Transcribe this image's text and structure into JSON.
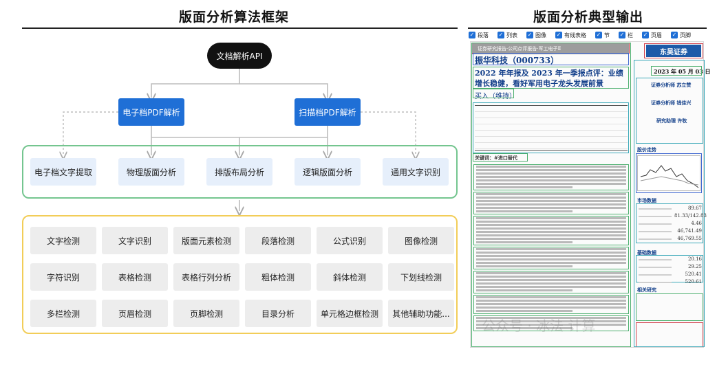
{
  "left_panel": {
    "title": "版面分析算法框架",
    "root": "文档解析API",
    "branches": [
      "电子档PDF解析",
      "扫描档PDF解析"
    ],
    "layer": [
      "电子档文字提取",
      "物理版面分析",
      "排版布局分析",
      "逻辑版面分析",
      "通用文字识别"
    ],
    "tasks": [
      [
        "文字检测",
        "文字识别",
        "版面元素检测",
        "段落检测",
        "公式识别",
        "图像检测"
      ],
      [
        "字符识别",
        "表格检测",
        "表格行列分析",
        "粗体检测",
        "斜体检测",
        "下划线检测"
      ],
      [
        "多栏检测",
        "页眉检测",
        "页脚检测",
        "目录分析",
        "单元格边框检测",
        "其他辅助功能..."
      ]
    ]
  },
  "right_panel": {
    "title": "版面分析典型输出",
    "legend": [
      "段落",
      "列表",
      "图像",
      "有线表格",
      "节",
      "栏",
      "页眉",
      "页脚"
    ],
    "document": {
      "header_line": "证券研究报告·公司点评报告·军工电子Ⅱ",
      "company": "振华科技（000733）",
      "headline": "2022 年年报及 2023 年一季报点评：业绩增长稳健，看好军用电子龙头发展前景",
      "rating": "买入（维持）",
      "logo": "东吴证券",
      "date": "2023 年 05 月 03 日",
      "side_headings": [
        "证券分析师 苏立赞",
        "证券分析师 钱佳兴",
        "研究助理 许牧",
        "股价走势",
        "市场数据",
        "基础数据",
        "相关研究"
      ],
      "key_section": "关键词：#进口替代",
      "market_values": [
        "89.67",
        "81.33/142.83",
        "4.46",
        "46,741.49",
        "46,769.55"
      ],
      "base_values": [
        "20.16",
        "29.25",
        "520.41",
        "520.61"
      ]
    },
    "watermark": "公众号 · 冰法 计算"
  }
}
